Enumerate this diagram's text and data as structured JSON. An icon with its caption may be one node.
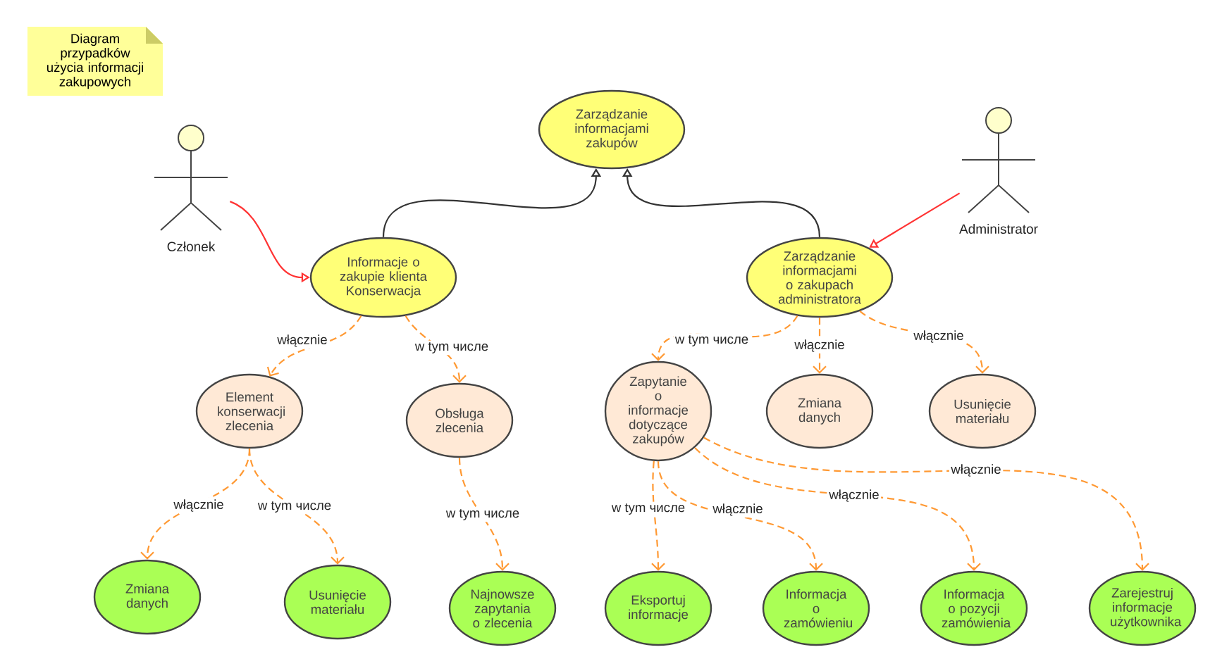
{
  "diagram": {
    "nodes": [
      {
        "text": [
          "Diagram przypadków użycia informacji zakupowych"
        ]
      },
      {
        "text": [
          "Członek"
        ]
      },
      {
        "text": [
          "Administrator"
        ]
      },
      {
        "text": [
          "Zarządzanie informacjami zakupów"
        ]
      },
      {
        "text": [
          "Informacje o zakupie klienta Konserwacja"
        ]
      },
      {
        "text": [
          "Zarządzanie informacjami o zakupach administratora"
        ]
      },
      {
        "text": [
          "Element konserwacji zlecenia"
        ]
      },
      {
        "text": [
          "Obsługa zlecenia"
        ]
      },
      {
        "text": [
          "Zapytanie o informacje dotyczące zakupów"
        ]
      },
      {
        "text": [
          "Zmiana danych"
        ]
      },
      {
        "text": [
          "Usunięcie materiału"
        ]
      },
      {
        "text": [
          "Zmiana danych"
        ]
      },
      {
        "text": [
          "Usunięcie materiału"
        ]
      },
      {
        "text": [
          "Najnowsze zapytania o zlecenia"
        ]
      },
      {
        "text": [
          "Eksportuj informacje"
        ]
      },
      {
        "text": [
          "Informacja o zamówieniu"
        ]
      },
      {
        "text": [
          "Informacja o pozycji zamówienia"
        ]
      },
      {
        "text": [
          "Zarejestruj informacje użytkownika"
        ]
      }
    ],
    "edges": [
      {
        "from": 1,
        "to": 4,
        "arrow": "to",
        "color": "#ff3333"
      },
      {
        "from": 2,
        "to": 5,
        "arrow": "to",
        "color": "#ff3333"
      },
      {
        "from": 4,
        "to": 3,
        "arrow": "to",
        "color": "#333333"
      },
      {
        "from": 5,
        "to": 3,
        "arrow": "to",
        "color": "#333333"
      },
      {
        "from": 4,
        "to": 6,
        "arrow": "to",
        "label": "włącznie",
        "style": "dashed",
        "color": "#ff9933"
      },
      {
        "from": 4,
        "to": 7,
        "arrow": "to",
        "label": "w tym числе",
        "style": "dashed",
        "color": "#ff9933"
      },
      {
        "from": 5,
        "to": 8,
        "arrow": "to",
        "label": "w tym числе",
        "style": "dashed",
        "color": "#ff9933"
      },
      {
        "from": 5,
        "to": 9,
        "arrow": "to",
        "label": "włącznie",
        "style": "dashed",
        "color": "#ff9933"
      },
      {
        "from": 5,
        "to": 10,
        "arrow": "to",
        "label": "włącznie",
        "style": "dashed",
        "color": "#ff9933"
      },
      {
        "from": 6,
        "to": 11,
        "arrow": "to",
        "label": "włącznie",
        "style": "dashed",
        "color": "#ff9933"
      },
      {
        "from": 6,
        "to": 12,
        "arrow": "to",
        "label": "w tym числе",
        "style": "dashed",
        "color": "#ff9933"
      },
      {
        "from": 7,
        "to": 13,
        "arrow": "to",
        "label": "w tym числе",
        "style": "dashed",
        "color": "#ff9933"
      },
      {
        "from": 8,
        "to": 14,
        "arrow": "to",
        "label": "w tym числе",
        "style": "dashed",
        "color": "#ff9933"
      },
      {
        "from": 8,
        "to": 15,
        "arrow": "to",
        "label": "włącznie",
        "style": "dashed",
        "color": "#ff9933"
      },
      {
        "from": 8,
        "to": 16,
        "arrow": "to",
        "label": "włącznie",
        "style": "dashed",
        "color": "#ff9933"
      },
      {
        "from": 8,
        "to": 17,
        "arrow": "to",
        "label": "włącznie",
        "style": "dashed",
        "color": "#ff9933"
      }
    ]
  }
}
